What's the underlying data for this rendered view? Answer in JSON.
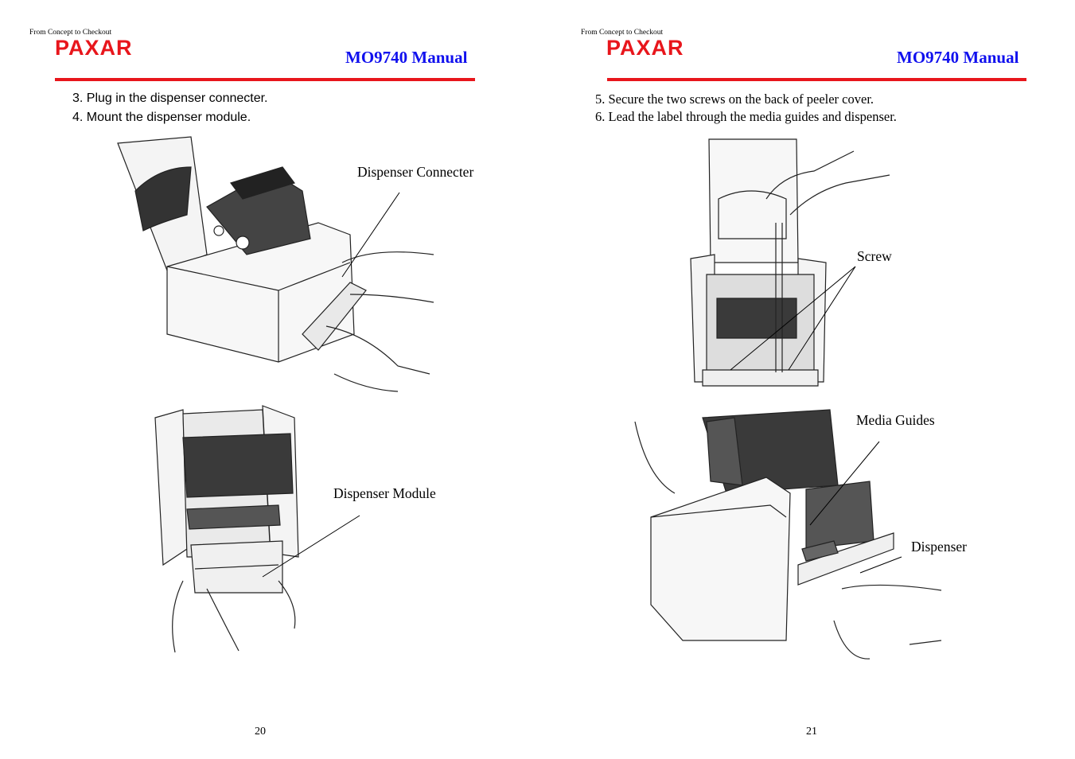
{
  "header": {
    "tagline": "From Concept to Checkout",
    "brand": "PAXAR",
    "manual_title": "MO9740 Manual",
    "accent_color": "#e8161c",
    "title_color": "#1010ee"
  },
  "left_page": {
    "steps": [
      "3. Plug in the dispenser connecter.",
      "4. Mount the dispenser module."
    ],
    "callouts": {
      "connecter": "Dispenser Connecter",
      "module": "Dispenser Module"
    },
    "page_number": "20"
  },
  "right_page": {
    "steps": [
      "5. Secure the two screws on the back of peeler cover.",
      "6. Lead the label through the media guides and dispenser."
    ],
    "callouts": {
      "screw": "Screw",
      "guides": "Media Guides",
      "dispenser": "Dispenser"
    },
    "page_number": "21"
  }
}
